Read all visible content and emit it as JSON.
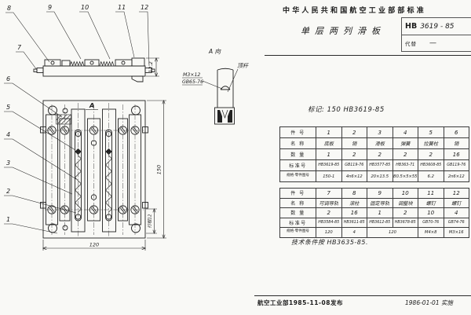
{
  "page": {
    "authority": "中华人民共和国航空工业部部标准",
    "title": "单层两列滑板",
    "std_label": "HB",
    "std_code": "3619 - 85",
    "replace_label": "代替",
    "replace_value": "—",
    "marking": "标记: 150  HB3619-85",
    "tech_note": "技术条件按 HB3635-85.",
    "footer_left": "航空工业部1985-11-08发布",
    "footer_right": "1986-01-01 实施"
  },
  "drawing": {
    "view_a": "A 向",
    "dir_a": "A",
    "screw_line1": "M3×12",
    "screw_line2": "GB65-76",
    "rod_label": "顶杆",
    "dim_height": "150",
    "dim_width": "120",
    "dim_stroke": "行程12",
    "dim_thickness": "12.2",
    "callouts": {
      "n1": "1",
      "n2": "2",
      "n3": "3",
      "n4": "4",
      "n5": "5",
      "n6": "6",
      "n7": "7",
      "n8": "8",
      "n9": "9",
      "n10": "10",
      "n11": "11",
      "n12": "12"
    }
  },
  "parts_table_1": {
    "row_labels": [
      "件 号",
      "名 称",
      "数 量",
      "标准号",
      "规格·零件图号"
    ],
    "columns": [
      {
        "no": "1",
        "name": "底板",
        "qty": "1",
        "std": "HB3619-85",
        "spec": "150-1"
      },
      {
        "no": "2",
        "name": "销",
        "qty": "2",
        "std": "GB119-76",
        "spec": "4n6×12"
      },
      {
        "no": "3",
        "name": "滑板",
        "qty": "2",
        "std": "HB3577-85",
        "spec": "20×13.5"
      },
      {
        "no": "4",
        "name": "弹簧",
        "qty": "2",
        "std": "HB363-71",
        "spec": "B0.5×5×55"
      },
      {
        "no": "5",
        "name": "拉簧柱",
        "qty": "2",
        "std": "HB3608-85",
        "spec": "6.2"
      },
      {
        "no": "6",
        "name": "销",
        "qty": "16",
        "std": "GB119-76",
        "spec": "2n6×12"
      }
    ]
  },
  "parts_table_2": {
    "row_labels": [
      "件 号",
      "名 称",
      "数 量",
      "标准号",
      "规格·零件图号"
    ],
    "spec_merged_9_10": "120",
    "columns": [
      {
        "no": "7",
        "name": "可调导轨",
        "qty": "2",
        "std": "HB3584-85",
        "spec": "120"
      },
      {
        "no": "8",
        "name": "滚柱",
        "qty": "16",
        "std": "HB3611-85",
        "spec": "4"
      },
      {
        "no": "9",
        "name": "固定导轨",
        "qty": "1",
        "std": "HB3612-85",
        "spec": ""
      },
      {
        "no": "10",
        "name": "调整块",
        "qty": "2",
        "std": "HB3678-85",
        "spec": ""
      },
      {
        "no": "11",
        "name": "螺钉",
        "qty": "10",
        "std": "GB70-76",
        "spec": "M4×8"
      },
      {
        "no": "12",
        "name": "螺钉",
        "qty": "4",
        "std": "GB74-76",
        "spec": "M3×16"
      }
    ]
  }
}
